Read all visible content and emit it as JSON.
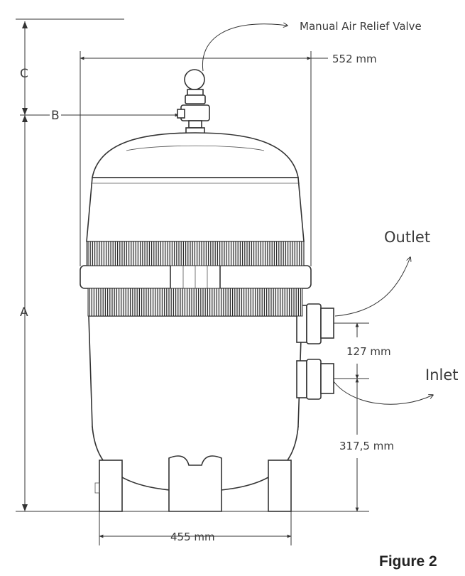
{
  "labels": {
    "air_valve": "Manual Air Relief Valve",
    "width_top": "552 mm",
    "outlet": "Outlet",
    "inlet": "Inlet",
    "spacing": "127 mm",
    "inlet_height": "317,5 mm",
    "width_base": "455 mm",
    "dim_a": "A",
    "dim_b": "B",
    "dim_c": "C",
    "figure": "Figure 2"
  }
}
